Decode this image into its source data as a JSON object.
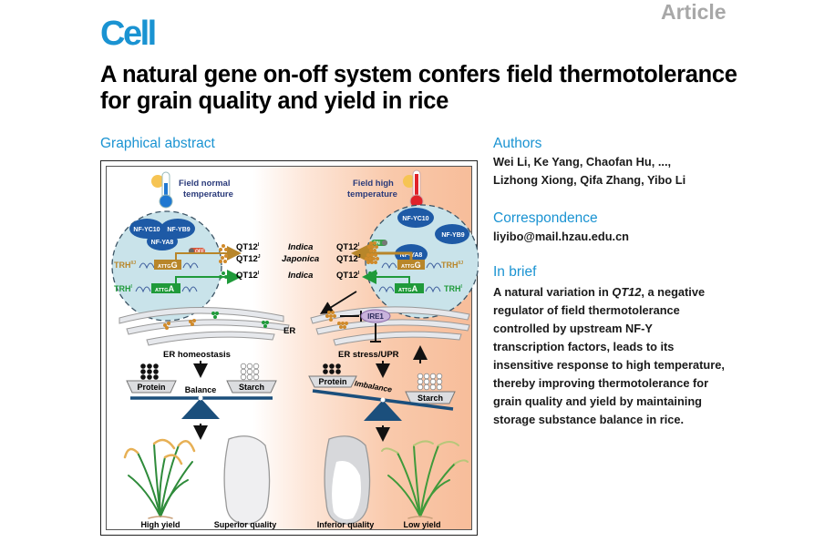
{
  "header": {
    "journal": "Cell",
    "article_type": "Article"
  },
  "title": "A natural gene on-off system confers field thermotolerance for grain quality and yield in rice",
  "graphical_abstract": {
    "heading": "Graphical abstract",
    "normal_temp_line1": "Field normal",
    "normal_temp_line2": "temperature",
    "high_temp_line1": "Field high",
    "high_temp_line2": "temperature",
    "nfy": {
      "yc10": "NF-YC10",
      "yb9": "NF-YB9",
      "ya8": "NF-YA8"
    },
    "switch_off": "OFF",
    "switch_on": "ON",
    "trh_ij": "TRH",
    "trh_ij_sup": "I/J",
    "trh_i": "TRH",
    "trh_i_sup": "I",
    "motif_g_prefix": "ATTG",
    "motif_g": "G",
    "motif_a_prefix": "ATTG",
    "motif_a": "A",
    "qt12": "QT12",
    "sup_i": "I",
    "sup_j": "J",
    "rows": [
      "Indica",
      "Japonica",
      "Indica"
    ],
    "er_label": "ER",
    "ire1": "IRE1",
    "er_homeostasis": "ER homeostasis",
    "er_stress": "ER stress/UPR",
    "protein": "Protein",
    "starch": "Starch",
    "balance": "Balance",
    "imbalance": "Imbalance",
    "outcomes": [
      "High yield",
      "Superior quality",
      "Inferior quality",
      "Low yield"
    ],
    "colors": {
      "brown": "#b8862a",
      "green": "#1f9a3a",
      "navy": "#1b4f7c",
      "blue_oval": "#1e5aa6",
      "cyan_circle": "#c9e3ea"
    }
  },
  "authors": {
    "heading": "Authors",
    "line1": "Wei Li, Ke Yang, Chaofan Hu, ...,",
    "line2": "Lizhong Xiong, Qifa Zhang, Yibo Li"
  },
  "correspondence": {
    "heading": "Correspondence",
    "email": "liyibo@mail.hzau.edu.cn"
  },
  "in_brief": {
    "heading": "In brief",
    "pre": "A natural variation in ",
    "gene": "QT12",
    "post": ", a negative",
    "lines": [
      "regulator of field thermotolerance",
      "controlled by upstream NF-Y",
      "transcription factors, leads to its",
      "insensitive response to high temperature,",
      "thereby improving thermotolerance for",
      "grain quality and yield by maintaining",
      "storage substance balance in rice."
    ]
  }
}
